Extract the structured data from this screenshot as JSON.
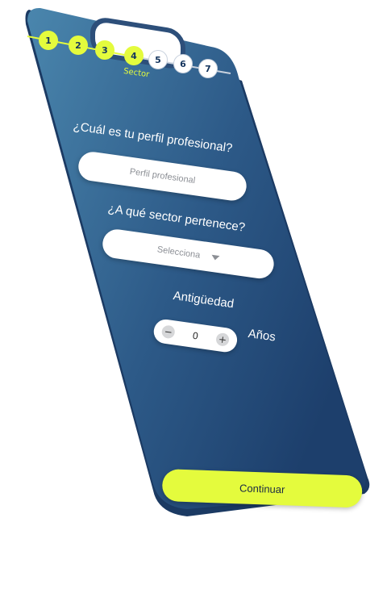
{
  "colors": {
    "accent": "#e4fb3d",
    "phone_dark": "#1d3f6c",
    "phone_light": "#3f78a0",
    "text_white": "#ffffff",
    "placeholder": "#8c8f95"
  },
  "stepper": {
    "steps": [
      {
        "label": "1",
        "state": "done"
      },
      {
        "label": "2",
        "state": "done"
      },
      {
        "label": "3",
        "state": "done"
      },
      {
        "label": "4",
        "state": "done"
      },
      {
        "label": "5",
        "state": "todo"
      },
      {
        "label": "6",
        "state": "todo"
      },
      {
        "label": "7",
        "state": "todo"
      }
    ],
    "current_label": "Sector"
  },
  "form": {
    "profile_question": "¿Cuál es tu perfil profesional?",
    "profile_placeholder": "Perfil profesional",
    "sector_question": "¿A qué sector pertenece?",
    "sector_placeholder": "Selecciona",
    "seniority_label": "Antigüedad",
    "seniority_value": "0",
    "years_label": "Años",
    "minus_symbol": "−",
    "plus_symbol": "+"
  },
  "actions": {
    "continue_label": "Continuar"
  }
}
